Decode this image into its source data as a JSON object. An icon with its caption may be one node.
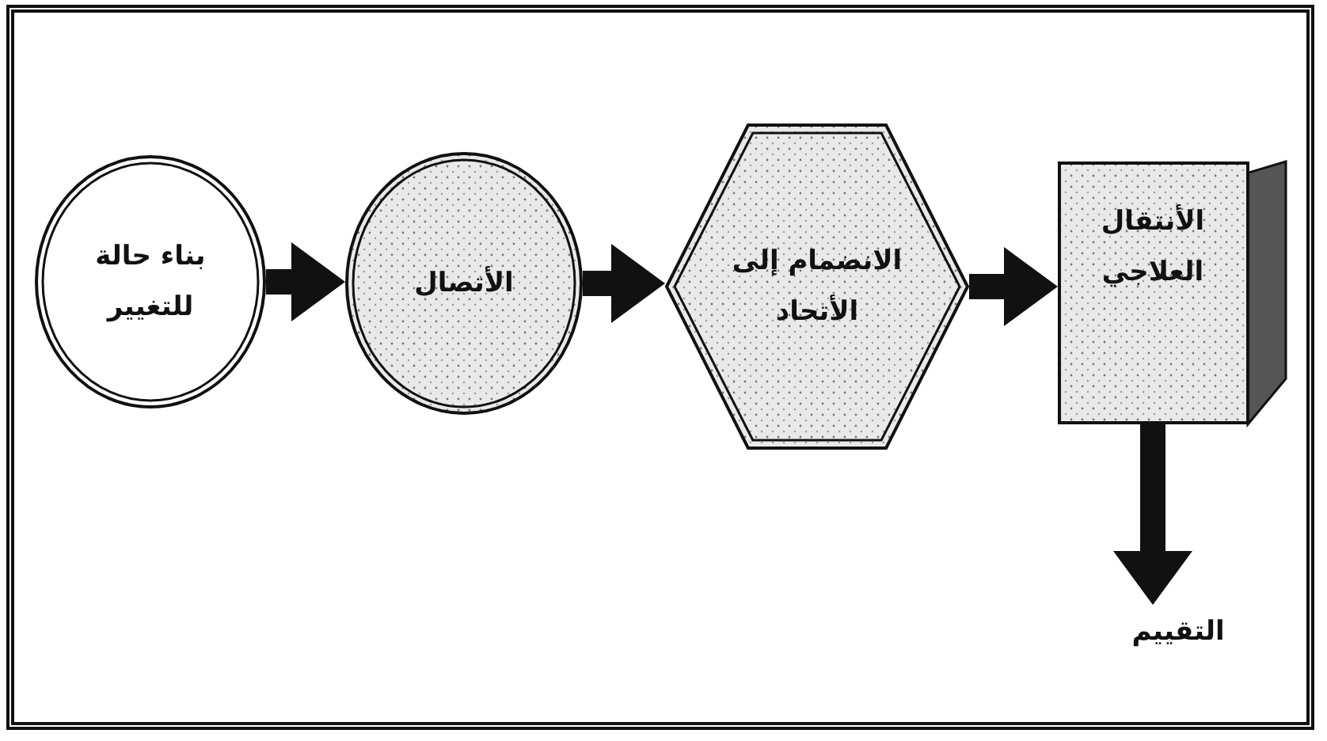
{
  "diagram": {
    "nodes": [
      {
        "text": [
          "بناء حالة للتغيير"
        ]
      },
      {
        "text": [
          "الأتصال"
        ]
      },
      {
        "text": [
          "الانضمام إلى الأتحاد"
        ]
      },
      {
        "text": [
          "الأنتقال العلاجي"
        ]
      },
      {
        "text": [
          "التقييم"
        ]
      }
    ],
    "edges": [
      {
        "from": 0,
        "to": 1,
        "arrow": "to"
      },
      {
        "from": 1,
        "to": 2,
        "arrow": "to"
      },
      {
        "from": 2,
        "to": 3,
        "arrow": "to"
      },
      {
        "from": 3,
        "to": 4,
        "arrow": "to"
      }
    ]
  }
}
